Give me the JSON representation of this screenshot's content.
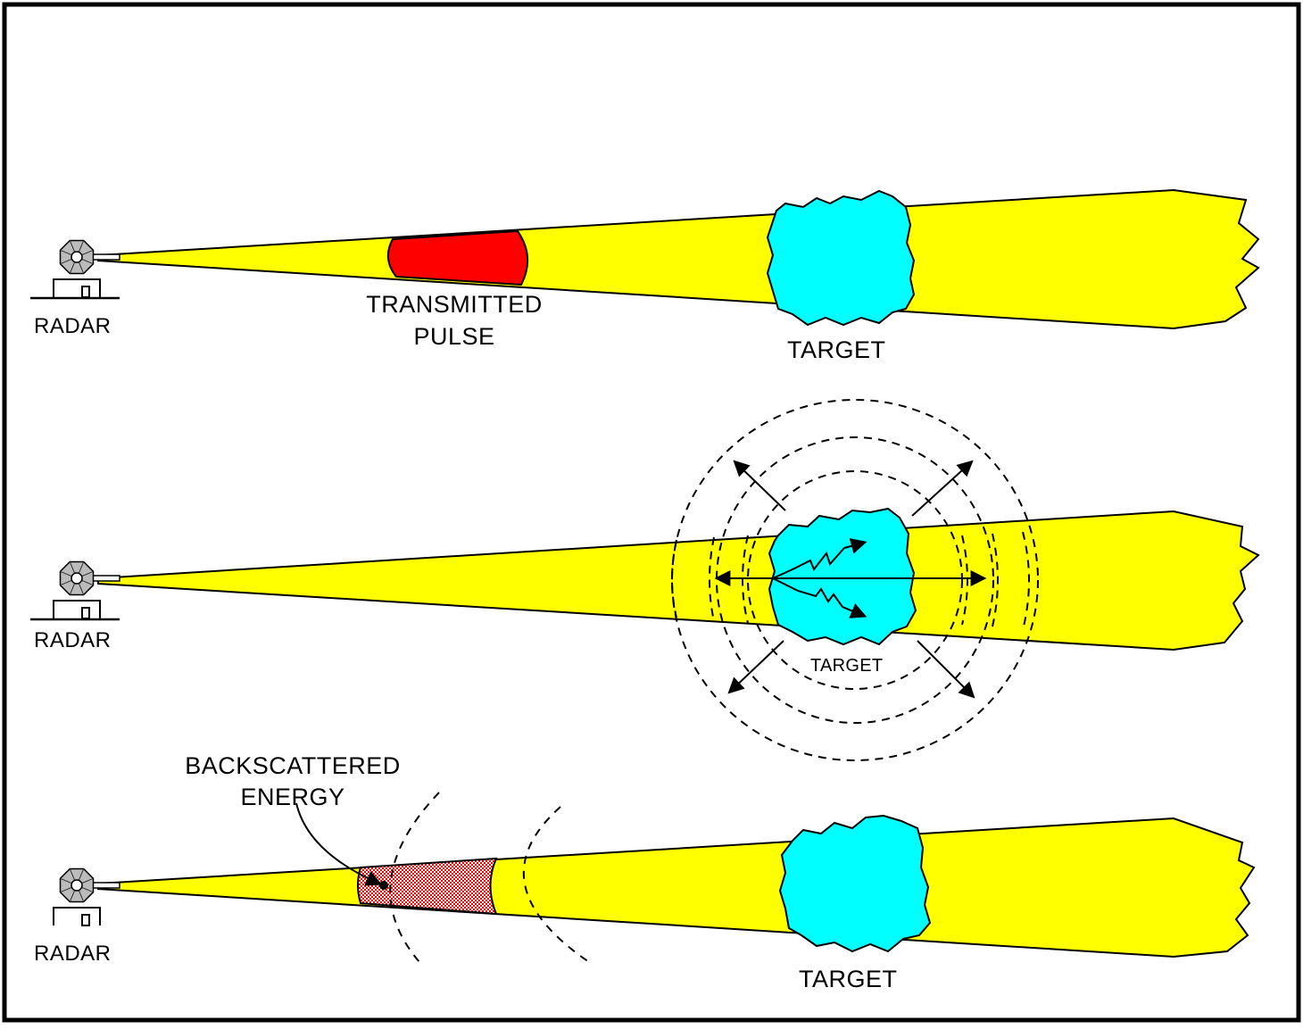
{
  "colors": {
    "beam": "#ffff00",
    "target": "#00ffff",
    "pulse": "#ff0000",
    "backscatter": "#ff0000",
    "ink": "#000000",
    "fringe": "#1a1aff"
  },
  "panels": [
    {
      "radar_label": "RADAR",
      "pulse_label_line1": "TRANSMITTED",
      "pulse_label_line2": "PULSE",
      "target_label": "TARGET"
    },
    {
      "radar_label": "RADAR",
      "target_label": "TARGET"
    },
    {
      "radar_label": "RADAR",
      "energy_label_line1": "BACKSCATTERED",
      "energy_label_line2": "ENERGY",
      "target_label": "TARGET"
    }
  ]
}
